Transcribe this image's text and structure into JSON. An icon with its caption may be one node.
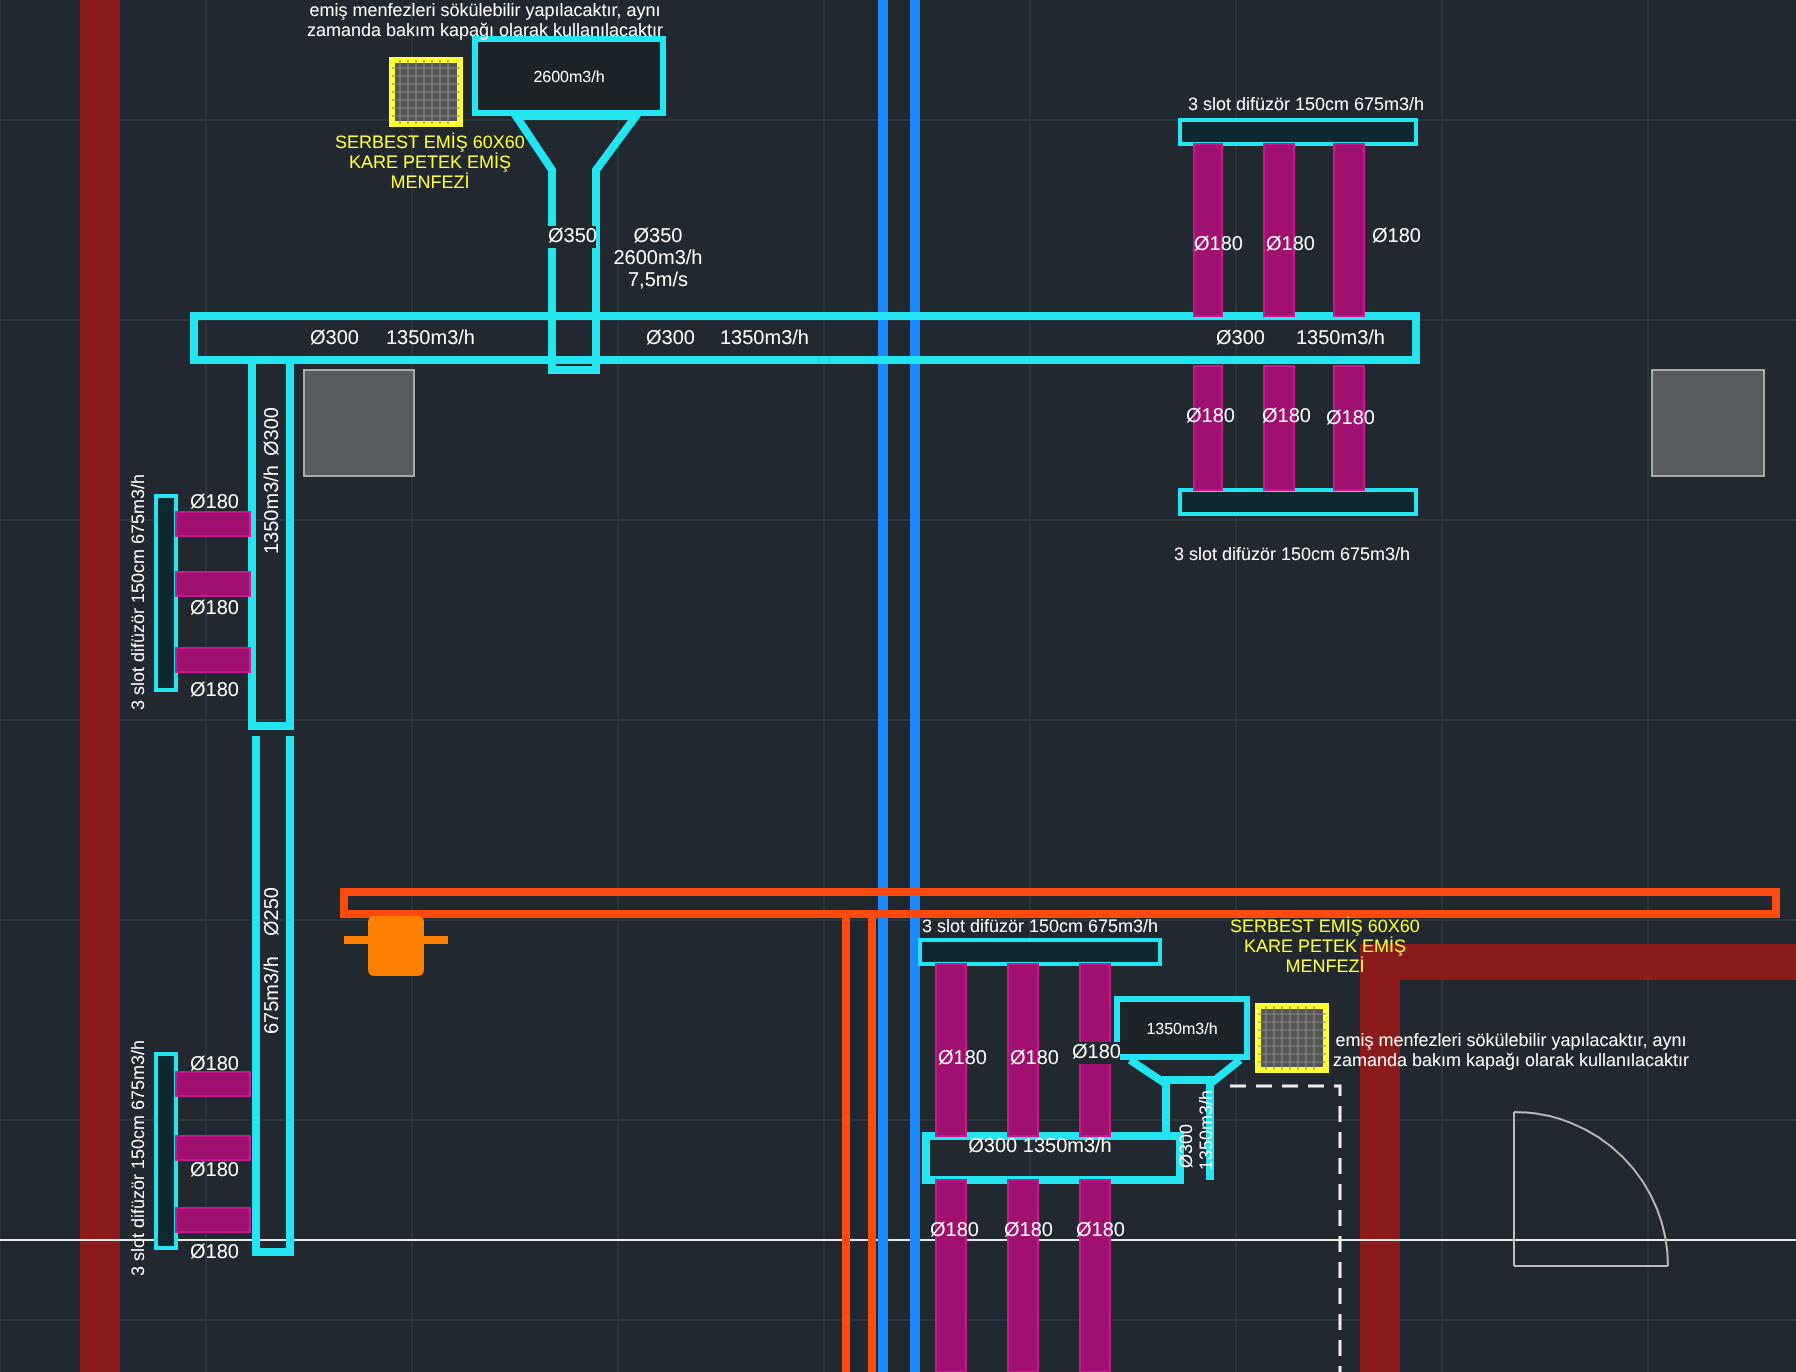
{
  "diagram": {
    "nodes": [
      {
        "text": [
          "2600m3/h"
        ]
      },
      {
        "text": [
          "1350m3/h"
        ]
      }
    ],
    "labels": [
      "emiş menfezleri sökülebilir yapılacaktır, aynı zamanda bakım kapağı olarak kullanılacaktır",
      "SERBEST EMİŞ 60X60 KARE PETEK EMİŞ MENFEZİ",
      "Ø350",
      "Ø350 2600m3/h 7,5m/s",
      "3 slot difüzör 150cm 675m3/h",
      "Ø180",
      "Ø180",
      "Ø180",
      "Ø300",
      "1350m3/h",
      "Ø300",
      "1350m3/h",
      "Ø300",
      "1350m3/h",
      "Ø180",
      "Ø180",
      "Ø180",
      "3 slot difüzör 150cm 675m3/h",
      "3 slot difüzör 150cm 675m3/h",
      "Ø180",
      "Ø180",
      "Ø180",
      "Ø300",
      "1350m3/h",
      "Ø250",
      "675m3/h",
      "3 slot difüzör 150cm 675m3/h",
      "Ø180",
      "Ø180",
      "Ø180",
      "3 slot difüzör 150cm 675m3/h",
      "Ø180",
      "Ø180",
      "Ø180",
      "Ø300 1350m3/h",
      "Ø300",
      "1350m3/h",
      "SERBEST EMİŞ 60X60 KARE PETEK EMİŞ MENFEZİ",
      "emiş menfezleri sökülebilir yapılacaktır, aynı zamanda bakım kapağı olarak kullanılacaktır",
      "Ø180",
      "Ø180",
      "Ø180"
    ]
  }
}
